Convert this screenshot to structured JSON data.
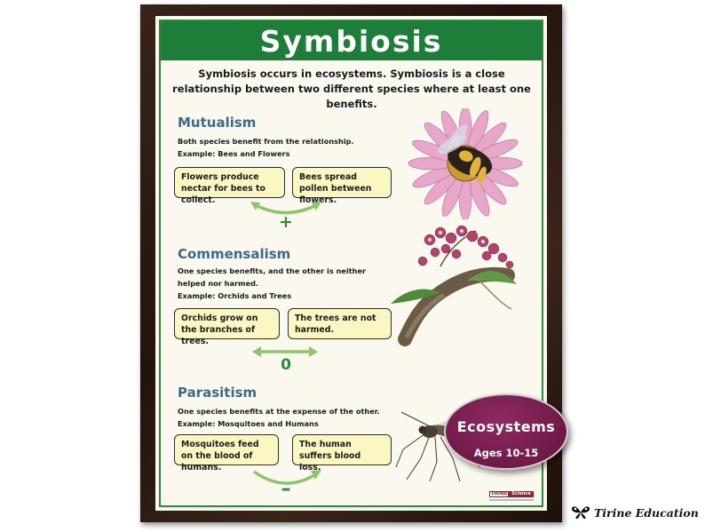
{
  "poster": {
    "title": "Symbiosis",
    "intro": "Symbiosis occurs in ecosystems. Symbiosis is a close relationship between two different species where at least one benefits."
  },
  "sections": {
    "mutualism": {
      "title": "Mutualism",
      "description": "Both species benefit from the relationship.",
      "example": "Example: Bees and Flowers",
      "box_left": "Flowers produce nectar for bees to collect.",
      "box_right": "Bees spread pollen between flowers.",
      "symbol": "+",
      "illustration": "bee-on-flower-illustration"
    },
    "commensalism": {
      "title": "Commensalism",
      "description": "One species benefits, and the other is neither helped nor harmed.",
      "example": "Example: Orchids and Trees",
      "box_left": "Orchids grow on the branches of trees.",
      "box_right": "The trees are not harmed.",
      "symbol": "0",
      "illustration": "orchid-on-branch-illustration"
    },
    "parasitism": {
      "title": "Parasitism",
      "description": "One species benefits at the expense of the other.",
      "example": "Example: Mosquitoes and Humans",
      "box_left": "Mosquitoes feed on the blood of humans.",
      "box_right": "The human suffers blood loss.",
      "symbol": "–",
      "illustration": "mosquito-illustration"
    }
  },
  "badge": {
    "title": "Ecosystems",
    "subtitle": "Ages 10-15"
  },
  "logo": {
    "left": "TIRINE",
    "right": "Science"
  },
  "brand": {
    "text": "Tirine Education",
    "icon": "butterfly-icon"
  },
  "colors": {
    "green": "#1f7d3a",
    "heading_blue": "#3c6a8c",
    "box_fill": "#fbf7c3",
    "arrow_green": "#8cc56a",
    "badge_purple": "#6e1a48",
    "frame_brown": "#2a1810"
  }
}
